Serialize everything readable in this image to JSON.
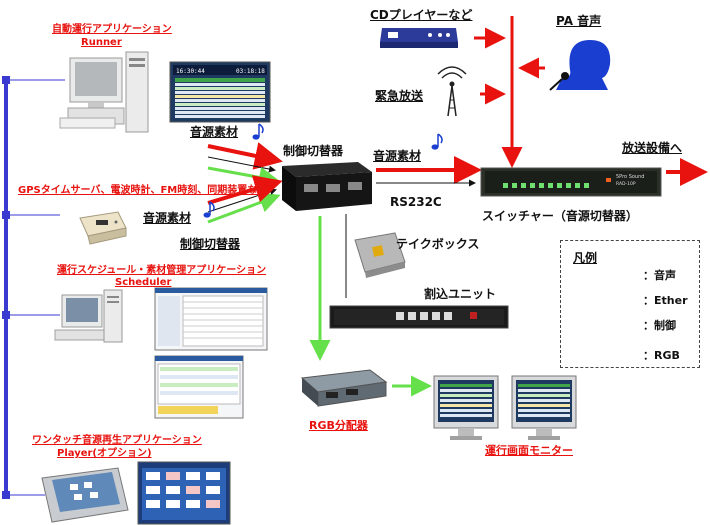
{
  "labels": {
    "runner_title": "自動運行アプリケーション",
    "runner_sub": "Runner",
    "gps_title": "GPSタイムサーバ、電波時計、FM時刻、同期装置など",
    "scheduler_title": "運行スケジュール・素材管理アプリケーション",
    "scheduler_sub": "Scheduler",
    "player_title": "ワンタッチ音源再生アプリケーション",
    "player_sub": "Player(オプション)",
    "cd_player": "CDプレイヤーなど",
    "pa": "PA 音声",
    "emergency": "緊急放送",
    "source_top": "音源素材",
    "source_mid": "音源素材",
    "source_right": "音源素材",
    "control_switcher_top": "制御切替器",
    "control_switcher_bottom": "制御切替器",
    "rs232c": "RS232C",
    "broadcast": "放送設備へ",
    "switcher": "スイッチャー（音源切替器）",
    "talkbox": "テイクボックス",
    "interrupt_unit": "割込ユニット",
    "rgb_dist": "RGB分配器",
    "monitor": "運行画面モニター"
  },
  "screens": {
    "runner_time_left": "16:30:44",
    "runner_time_right": "03:18:18",
    "switcher_brand": "5Pro Sound",
    "switcher_model": "RAD-10P"
  },
  "legend": {
    "title": "凡例",
    "items": [
      {
        "label": "：音声",
        "color": "#e8120e"
      },
      {
        "label": "：Ether",
        "color": "#3a3ad0"
      },
      {
        "label": "：制御",
        "color": "#111111"
      },
      {
        "label": "：RGB",
        "color": "#66e04a"
      }
    ]
  },
  "colors": {
    "audio": "#e8120e",
    "ether": "#3a3ad0",
    "control": "#111111",
    "rgb": "#66e04a",
    "note": "#1a3fd0"
  }
}
